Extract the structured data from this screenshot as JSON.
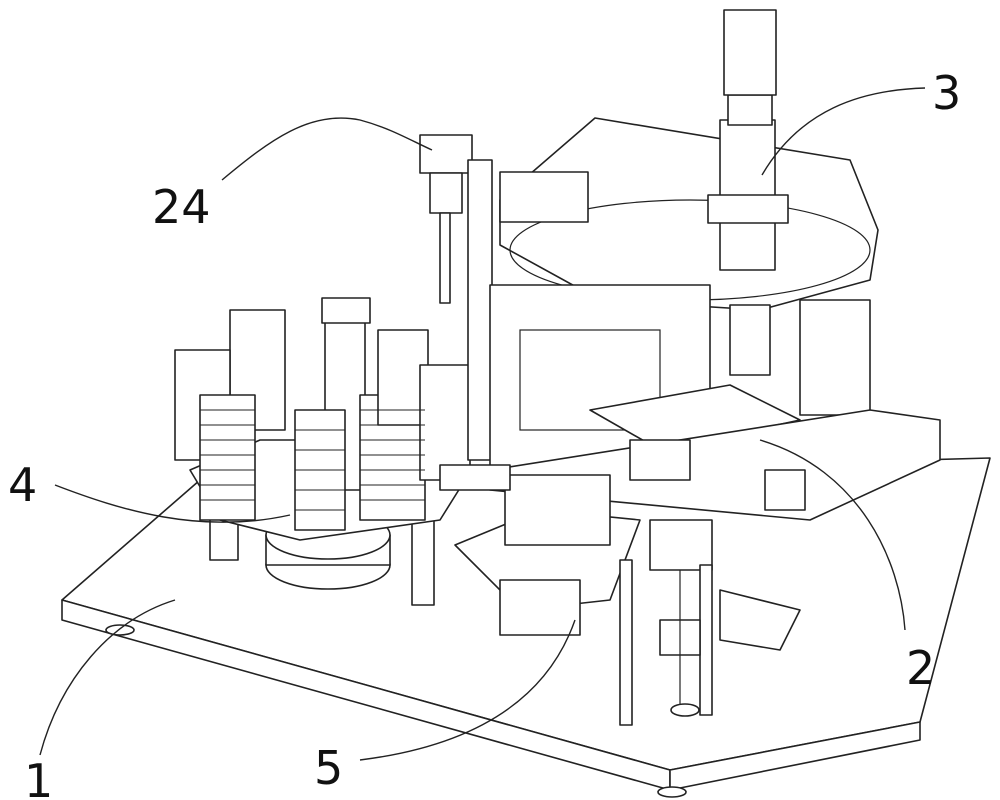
{
  "figure": {
    "labels": {
      "base_plate": "1",
      "stage_unit": "2",
      "microscope": "3",
      "tray_carousel": "4",
      "transfer_unit": "5",
      "camera": "24"
    }
  }
}
